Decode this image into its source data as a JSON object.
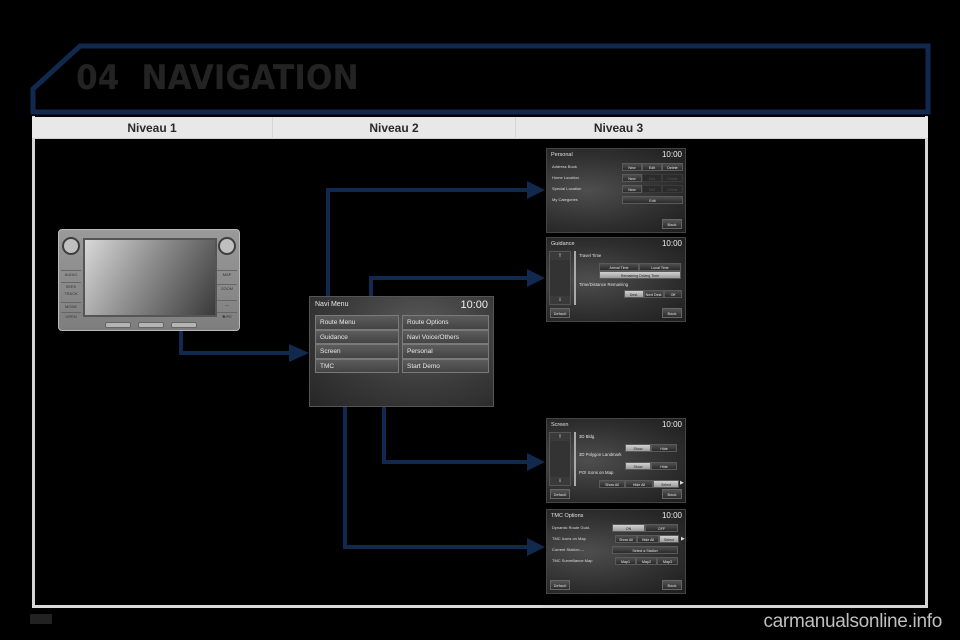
{
  "header": {
    "chapter_number": "04",
    "chapter_title": "NAVIGATION",
    "accent_color": "#12294f"
  },
  "columns": [
    "Niveau 1",
    "Niveau 2",
    "Niveau 3"
  ],
  "level1": {
    "device": "head-unit",
    "left_buttons": [
      "PWR·VOL",
      "AUDIO",
      "SEEK TRACK",
      "MODE",
      "OPEN"
    ],
    "right_buttons": [
      "VOLUME",
      "MAP",
      "ZOOM",
      "—",
      "✱/PE"
    ]
  },
  "level2": {
    "title": "Navi Menu",
    "clock": "10:00",
    "items": [
      "Route Menu",
      "Route Options",
      "Guidance",
      "Navi Voice/Others",
      "Screen",
      "Personal",
      "TMC",
      "Start Demo"
    ]
  },
  "level3": {
    "personal": {
      "title": "Personal",
      "clock": "10:00",
      "rows": [
        {
          "label": "Address Book",
          "buttons": [
            "New",
            "Edit",
            "Delete"
          ]
        },
        {
          "label": "Home Location",
          "buttons": [
            "New",
            "Edit",
            "Delete"
          ]
        },
        {
          "label": "Special Location",
          "buttons": [
            "New",
            "Edit",
            "Delete"
          ]
        },
        {
          "label": "My Categories",
          "buttons": [
            "Edit"
          ]
        }
      ],
      "back": "Back"
    },
    "guidance": {
      "title": "Guidance",
      "clock": "10:00",
      "section1": "Travel Time",
      "section1_buttons": [
        "Arrival Time",
        "Local Time"
      ],
      "section1_selected": "Remaining Driving Time",
      "section2": "Time/Distance Remaining",
      "section2_buttons": [
        "Dest.",
        "Next Dest.",
        "Off"
      ],
      "default": "Default",
      "back": "Back"
    },
    "screen": {
      "title": "Screen",
      "clock": "10:00",
      "rows": [
        {
          "label": "3D Bldg.",
          "buttons": [
            "Show",
            "Hide"
          ]
        },
        {
          "label": "3D Polygon Landmark",
          "buttons": [
            "Show",
            "Hide"
          ]
        },
        {
          "label": "POI Icons on Map",
          "buttons": [
            "Show All",
            "Hide All",
            "Select"
          ]
        }
      ],
      "default": "Default",
      "back": "Back"
    },
    "tmc": {
      "title": "TMC Options",
      "clock": "10:00",
      "rows": [
        {
          "label": "Dynamic Route Guid.",
          "buttons": [
            "ON",
            "OFF"
          ]
        },
        {
          "label": "TMC Icons on Map",
          "buttons": [
            "Show All",
            "Hide All",
            "Select"
          ]
        },
        {
          "label": "Current Station:---",
          "buttons": [
            "Select a Station"
          ]
        },
        {
          "label": "TMC Surveillance Map",
          "buttons": [
            "Map1",
            "Map2",
            "Map3"
          ]
        }
      ],
      "default": "Default",
      "back": "Back"
    }
  },
  "footer": {
    "watermark": "carmanualsonline.info"
  }
}
